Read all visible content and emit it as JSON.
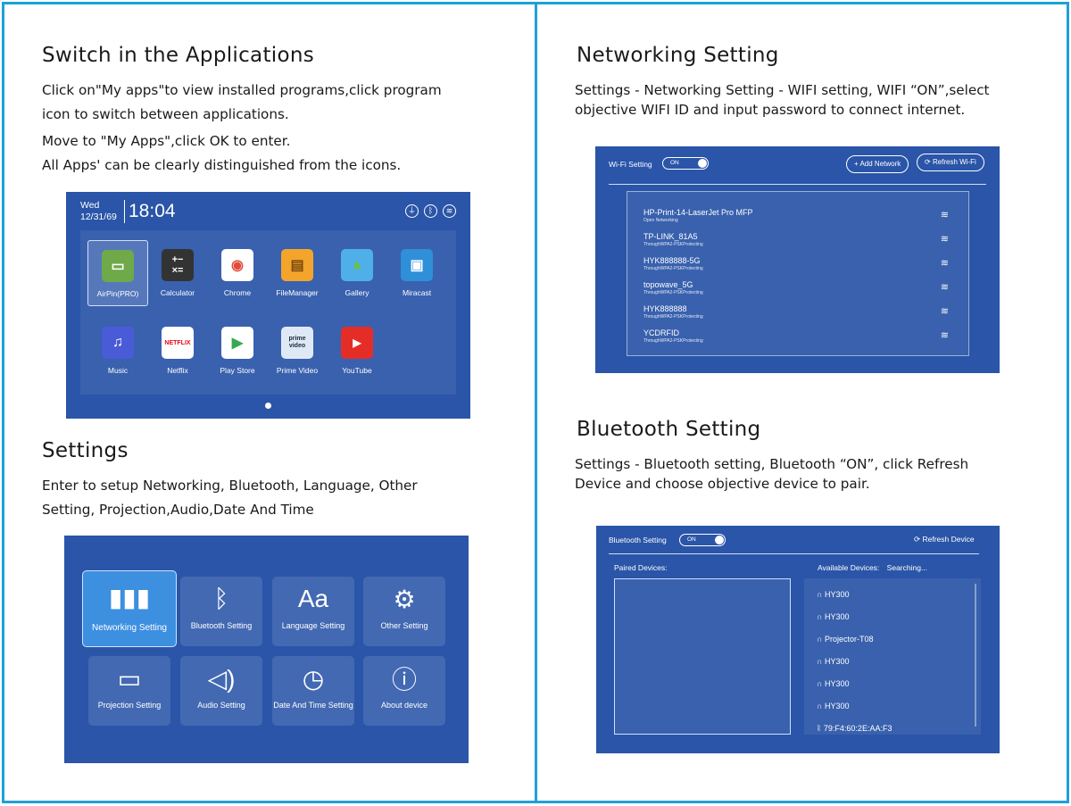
{
  "left": {
    "apps_section": {
      "title": "Switch in the Applications",
      "lines": [
        "Click on\"My apps\"to view installed programs,click program",
        "icon to switch between applications.",
        "Move to \"My Apps\",click OK to enter.",
        "All Apps' can be clearly distinguished from the icons."
      ]
    },
    "home_screen": {
      "day": "Wed",
      "date": "12/31/69",
      "time": "18:04",
      "apps": [
        {
          "label": "AirPin(PRO)",
          "icon": "airpin-icon",
          "color": "#6fa94a"
        },
        {
          "label": "Calculator",
          "icon": "calculator-icon",
          "color": "#333333"
        },
        {
          "label": "Chrome",
          "icon": "chrome-icon",
          "color": "#ffffff"
        },
        {
          "label": "FileManager",
          "icon": "folder-icon",
          "color": "#f3a42b"
        },
        {
          "label": "Gallery",
          "icon": "gallery-icon",
          "color": "#4fb0e8"
        },
        {
          "label": "Miracast",
          "icon": "miracast-icon",
          "color": "#2f8fd8"
        },
        {
          "label": "Music",
          "icon": "music-icon",
          "color": "#4a5bd8"
        },
        {
          "label": "Netflix",
          "icon": "netflix-icon",
          "color": "#ffffff"
        },
        {
          "label": "Play Store",
          "icon": "play-store-icon",
          "color": "#ffffff"
        },
        {
          "label": "Prime Video",
          "icon": "prime-video-icon",
          "color": "#dfe9f5"
        },
        {
          "label": "YouTube",
          "icon": "youtube-icon",
          "color": "#e52d27"
        }
      ],
      "netflix_text": "NETFLIX",
      "prime_text": "prime video"
    },
    "settings_section": {
      "title": "Settings",
      "lines": [
        "Enter to setup Networking, Bluetooth, Language, Other",
        "Setting, Projection,Audio,Date And Time"
      ]
    },
    "settings_screen": {
      "tiles": [
        {
          "label": "Networking Setting",
          "icon": "signal-bars-icon"
        },
        {
          "label": "Bluetooth Setting",
          "icon": "bluetooth-icon"
        },
        {
          "label": "Language Setting",
          "icon": "language-icon"
        },
        {
          "label": "Other Setting",
          "icon": "gear-icon"
        },
        {
          "label": "Projection Setting",
          "icon": "projector-icon"
        },
        {
          "label": "Audio Setting",
          "icon": "speaker-icon"
        },
        {
          "label": "Date And Time Setting",
          "icon": "clock-icon"
        },
        {
          "label": "About device",
          "icon": "info-icon"
        }
      ],
      "language_glyph": "Aa"
    }
  },
  "right": {
    "network_section": {
      "title": "Networking Setting",
      "lines": [
        "Settings - Networking Setting - WIFI setting, WIFI “ON”,select",
        "objective WIFI ID and input password to connect  internet."
      ]
    },
    "wifi_screen": {
      "label": "Wi-Fi Setting",
      "toggle": "ON",
      "add_network": "Add Network",
      "refresh": "Refresh Wi-Fi",
      "networks": [
        {
          "name": "HP-Print-14-LaserJet Pro MFP",
          "security": "Open Networking"
        },
        {
          "name": "TP-LINK_81A5",
          "security": "ThroughWPA2-PSKProtecting"
        },
        {
          "name": "HYK888888-5G",
          "security": "ThroughWPA2-PSKProtecting"
        },
        {
          "name": "topowave_5G",
          "security": "ThroughWPA2-PSKProtecting"
        },
        {
          "name": "HYK888888",
          "security": "ThroughWPA2-PSKProtecting"
        },
        {
          "name": "YCDRFID",
          "security": "ThroughWPA2-PSKProtecting"
        }
      ]
    },
    "bluetooth_section": {
      "title": "Bluetooth Setting",
      "lines": [
        "Settings - Bluetooth setting, Bluetooth “ON”, click Refresh",
        "Device and choose objective device to pair."
      ]
    },
    "bt_screen": {
      "label": "Bluetooth Setting",
      "toggle": "ON",
      "refresh": "Refresh Device",
      "paired": "Paired Devices:",
      "available": "Available Devices:",
      "searching": "Searching...",
      "devices": [
        "HY300",
        "HY300",
        "Projector-T08",
        "HY300",
        "HY300",
        "HY300",
        "79:F4:60:2E:AA:F3"
      ]
    }
  },
  "colors": {
    "accent_border": "#1ea0d8",
    "screen_bg": "#2a55a8"
  }
}
